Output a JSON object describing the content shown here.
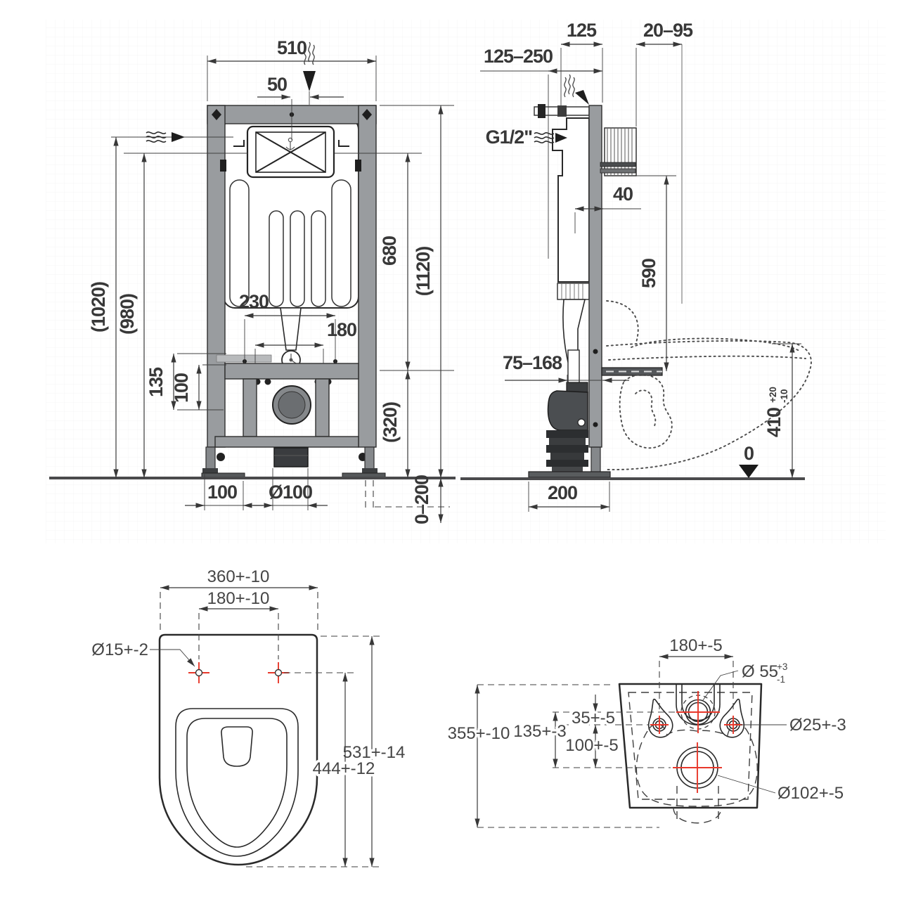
{
  "colors": {
    "line": "#2a2a2a",
    "dimension": "#383838",
    "frame_gray": "#999c9f",
    "dark_part": "#2c2e30",
    "red_center_mark": "#e8382b",
    "background": "#ffffff",
    "faint_grid": "#f0f0f3"
  },
  "frame_front": {
    "width": "510",
    "flush_offset": "50",
    "total_height": "(1120)",
    "inlet_height": "(1020)",
    "plate_height": "(980)",
    "cistern_height": "680",
    "rod_spacing": "230",
    "bolt_spacing": "180",
    "bracket_135": "135",
    "bracket_100": "100",
    "lower_height": "(320)",
    "foot_plate": "100",
    "drain_dia": "Ø100",
    "floor_range": "0–200"
  },
  "frame_side": {
    "plate_depth_range": "125–250",
    "frame_depth": "125",
    "wall_range": "20–95",
    "water_thread": "G1/2\"",
    "gap": "40",
    "bracket_height": "590",
    "outlet_range": "75–168",
    "bowl_height": "410",
    "bowl_tol_plus": "+20",
    "bowl_tol_minus": "-10",
    "base_depth": "200",
    "datum": "0"
  },
  "bowl_top_view": {
    "width": "360+-10",
    "hole_spacing": "180+-10",
    "hole_dia": "Ø15+-2",
    "total_length": "531+-14",
    "hole_to_front": "444+-12"
  },
  "bowl_back_view": {
    "hole_spacing": "180+-5",
    "flush_hole_dia": "Ø 55",
    "flush_tol_plus": "+3",
    "flush_tol_minus": "-1",
    "offset_35": "35+-5",
    "offset_135": "135+-3",
    "offset_100": "100+-5",
    "fix_hole_dia": "Ø25+-3",
    "height": "355+-10",
    "drain_hole_dia": "Ø102+-5"
  }
}
